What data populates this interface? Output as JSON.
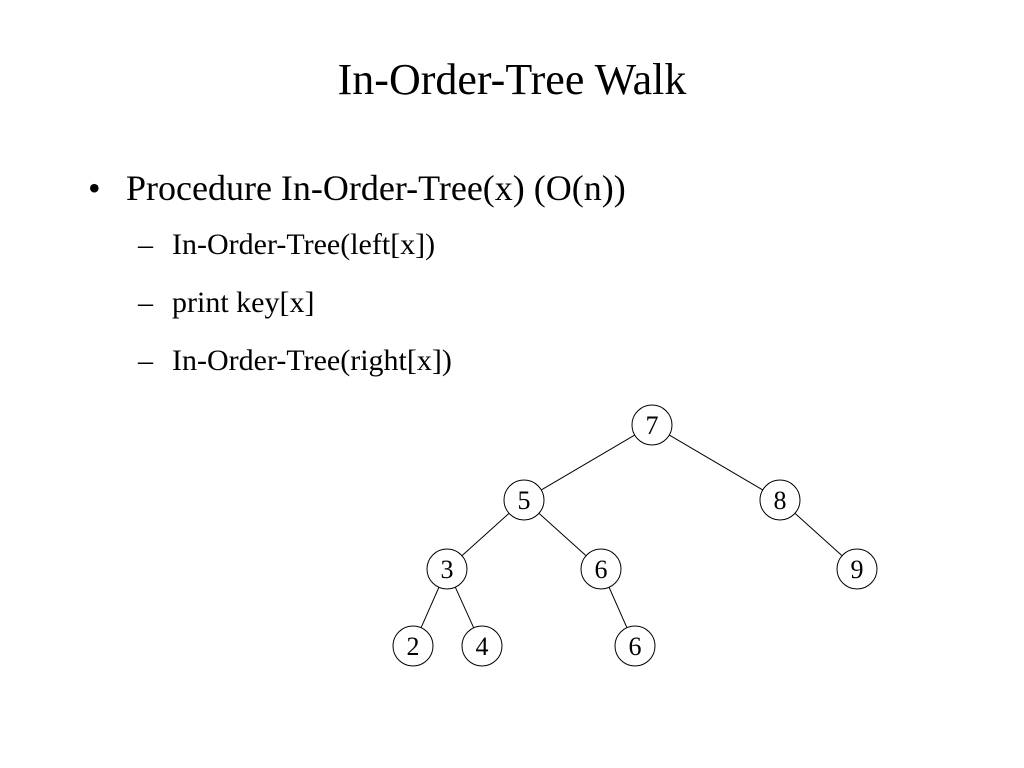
{
  "slide": {
    "title": "In-Order-Tree Walk",
    "bullet": {
      "marker": "•",
      "text": "Procedure In-Order-Tree(x) (O(n))"
    },
    "steps": [
      {
        "marker": "–",
        "text": "In-Order-Tree(left[x])"
      },
      {
        "marker": "–",
        "text": "print key[x]"
      },
      {
        "marker": "–",
        "text": "In-Order-Tree(right[x])"
      }
    ]
  },
  "tree": {
    "nodes": [
      {
        "id": "n7",
        "label": "7"
      },
      {
        "id": "n5",
        "label": "5"
      },
      {
        "id": "n8",
        "label": "8"
      },
      {
        "id": "n3",
        "label": "3"
      },
      {
        "id": "n6a",
        "label": "6"
      },
      {
        "id": "n9",
        "label": "9"
      },
      {
        "id": "n2",
        "label": "2"
      },
      {
        "id": "n4",
        "label": "4"
      },
      {
        "id": "n6b",
        "label": "6"
      }
    ],
    "edges": [
      [
        "n7",
        "n5"
      ],
      [
        "n7",
        "n8"
      ],
      [
        "n5",
        "n3"
      ],
      [
        "n5",
        "n6a"
      ],
      [
        "n8",
        "n9"
      ],
      [
        "n3",
        "n2"
      ],
      [
        "n3",
        "n4"
      ],
      [
        "n6a",
        "n6b"
      ]
    ]
  }
}
